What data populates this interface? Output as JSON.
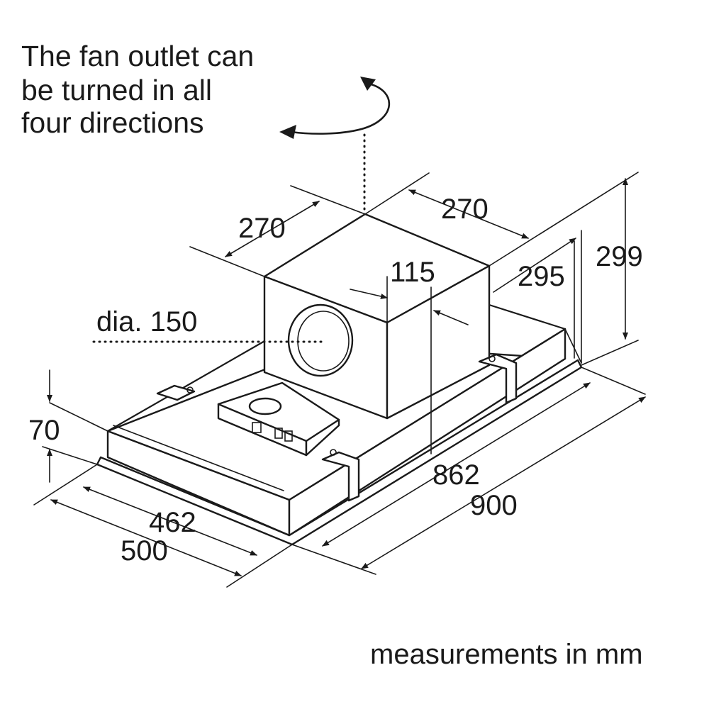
{
  "note": {
    "line1": "The fan outlet can",
    "line2": "be turned in all",
    "line3": "four directions"
  },
  "dimensions": {
    "fan_width": "270",
    "fan_depth": "270",
    "outlet_offset": "115",
    "fan_height": "295",
    "total_height": "299",
    "outlet_diameter": "dia. 150",
    "body_height": "70",
    "inner_depth": "462",
    "outer_depth": "500",
    "inner_width": "862",
    "outer_width": "900"
  },
  "units_note": "measurements in mm"
}
